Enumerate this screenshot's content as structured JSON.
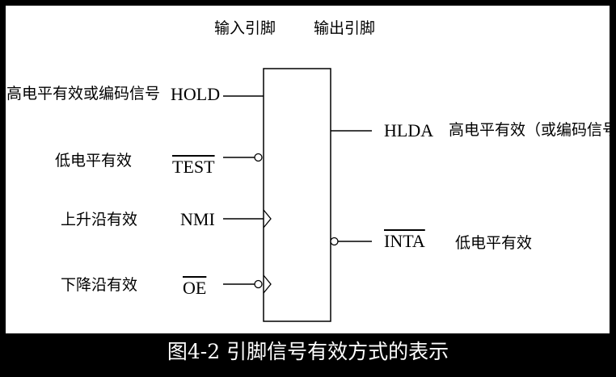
{
  "headers": {
    "input": "输入引脚",
    "output": "输出引脚"
  },
  "inputs": [
    {
      "desc": "高电平有效或编码信号",
      "pin": "HOLD",
      "overline": false
    },
    {
      "desc": "低电平有效",
      "pin": "TEST",
      "overline": true
    },
    {
      "desc": "上升沿有效",
      "pin": "NMI",
      "overline": false
    },
    {
      "desc": "下降沿有效",
      "pin": "OE",
      "overline": true
    }
  ],
  "outputs": [
    {
      "pin": "HLDA",
      "overline": false,
      "desc": "高电平有效（或编码信号）"
    },
    {
      "pin": "INTA",
      "overline": true,
      "desc": "低电平有效"
    }
  ],
  "caption": "图4-2  引脚信号有效方式的表示"
}
